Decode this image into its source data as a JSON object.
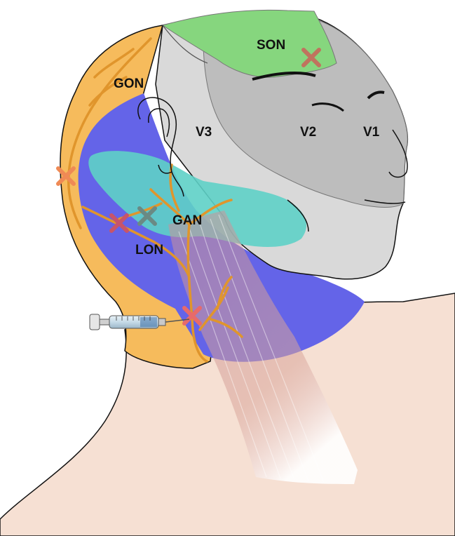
{
  "labels": {
    "son": "SON",
    "gon": "GON",
    "v3": "V3",
    "v2": "V2",
    "v1": "V1",
    "gan": "GAN",
    "lon": "LON"
  },
  "colors": {
    "skin": "#f6e0d3",
    "gon_region": "#f6bb5c",
    "c3_region": "#6464e8",
    "gan_region": "#5ed0c6",
    "v3_region": "#d9d9d9",
    "v2_region": "#bdbdbd",
    "son_region": "#86d67e",
    "nerve": "#e0952c",
    "block_mark": "#e8706a",
    "outline": "#111111"
  },
  "icons": {
    "syringe": "syringe-icon",
    "block_mark": "cross-mark-icon"
  }
}
